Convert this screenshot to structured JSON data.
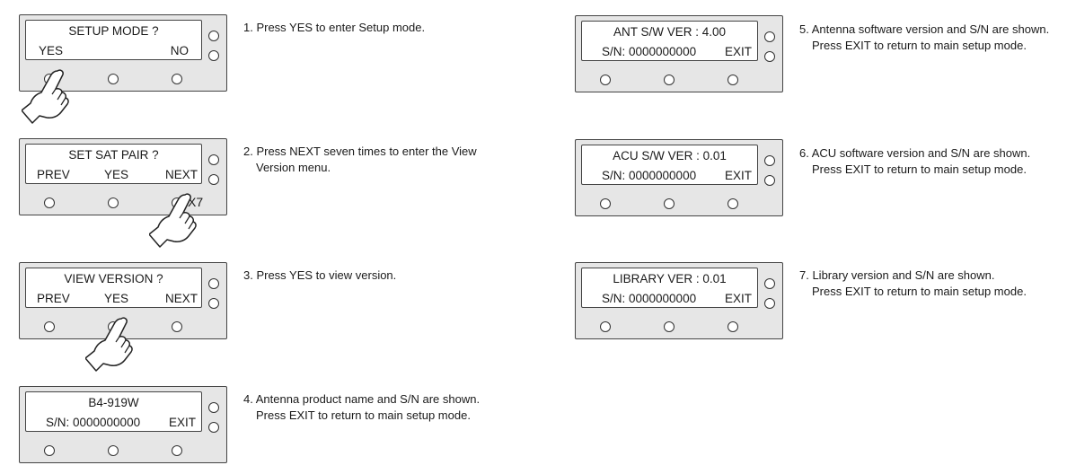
{
  "panels": [
    {
      "line1": "SETUP MODE ?",
      "left": "YES",
      "center": "",
      "right": "NO"
    },
    {
      "line1": "SET SAT PAIR ?",
      "left": "PREV",
      "center": "YES",
      "right": "NEXT"
    },
    {
      "line1": "VIEW VERSION ?",
      "left": "PREV",
      "center": "YES",
      "right": "NEXT"
    },
    {
      "line1": "B4-919W",
      "left": "S/N: 0000000000",
      "center": "",
      "right": "EXIT"
    },
    {
      "line1": "ANT S/W VER : 4.00",
      "left": "S/N: 0000000000",
      "center": "",
      "right": "EXIT"
    },
    {
      "line1": "ACU S/W VER : 0.01",
      "left": "S/N: 0000000000",
      "center": "",
      "right": "EXIT"
    },
    {
      "line1": "LIBRARY VER : 0.01",
      "left": "S/N: 0000000000",
      "center": "",
      "right": "EXIT"
    }
  ],
  "steps": [
    {
      "l1": "1. Press YES to enter Setup mode.",
      "l2": ""
    },
    {
      "l1": "2. Press NEXT seven times to enter the View",
      "l2": "Version menu."
    },
    {
      "l1": "3. Press YES to view version.",
      "l2": ""
    },
    {
      "l1": "4. Antenna product name and S/N are shown.",
      "l2": "Press EXIT to return to main setup mode."
    },
    {
      "l1": "5. Antenna software version and S/N are shown.",
      "l2": "Press EXIT to return to main setup mode."
    },
    {
      "l1": "6. ACU software version and S/N are shown.",
      "l2": "Press EXIT to return to main setup mode."
    },
    {
      "l1": "7. Library version and S/N are shown.",
      "l2": "Press EXIT to return to main setup mode."
    }
  ],
  "repeat_label": "X7"
}
